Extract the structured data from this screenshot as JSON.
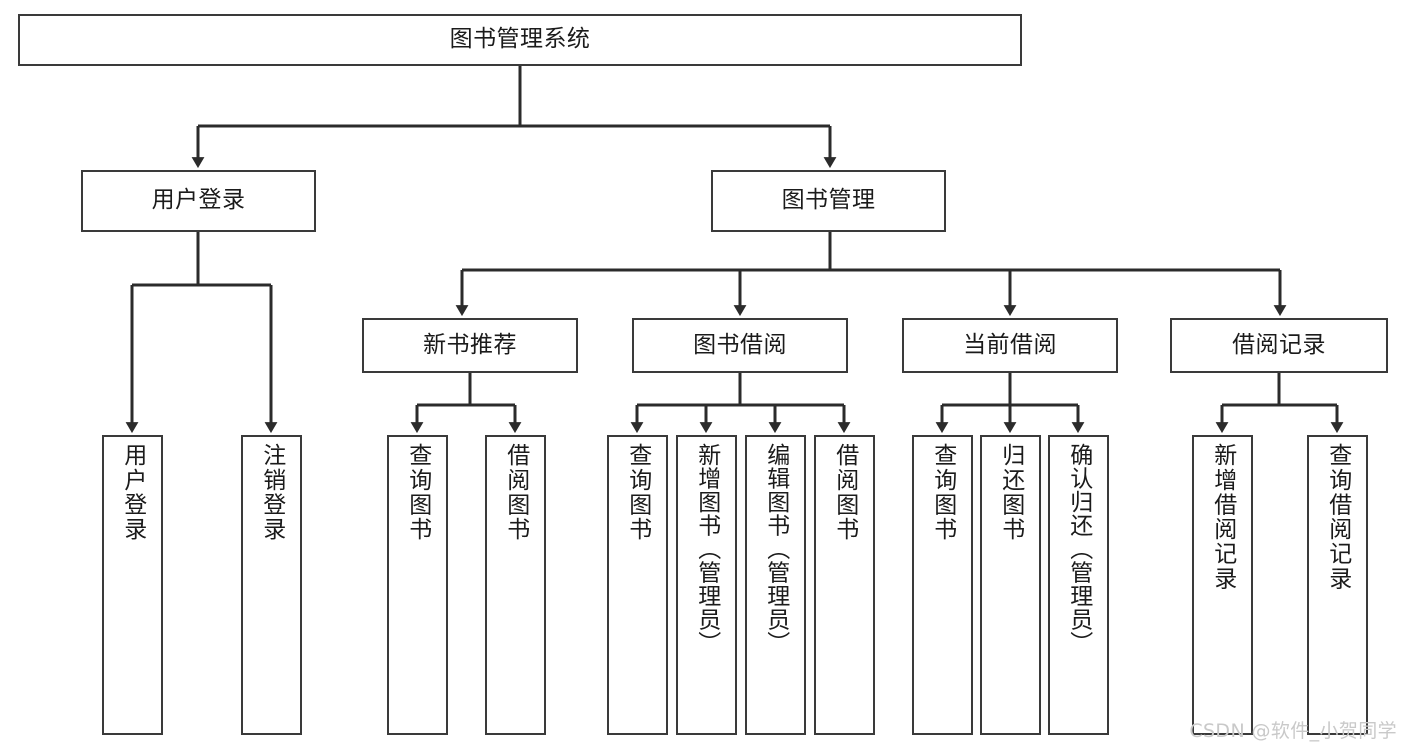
{
  "diagram": {
    "title": "图书管理系统",
    "type": "hierarchy-tree",
    "root": {
      "label": "图书管理系统"
    },
    "level2": [
      {
        "label": "用户登录"
      },
      {
        "label": "图书管理"
      }
    ],
    "level3": [
      {
        "label": "新书推荐"
      },
      {
        "label": "图书借阅"
      },
      {
        "label": "当前借阅"
      },
      {
        "label": "借阅记录"
      }
    ],
    "leaves": {
      "user_login": [
        {
          "label": "用户登录"
        },
        {
          "label": "注销登录"
        }
      ],
      "new_book_recommend": [
        {
          "label": "查询图书"
        },
        {
          "label": "借阅图书"
        }
      ],
      "book_borrow": [
        {
          "label": "查询图书"
        },
        {
          "label": "新增图书（管理员）"
        },
        {
          "label": "编辑图书（管理员）"
        },
        {
          "label": "借阅图书"
        }
      ],
      "current_borrow": [
        {
          "label": "查询图书"
        },
        {
          "label": "归还图书"
        },
        {
          "label": "确认归还（管理员）"
        }
      ],
      "borrow_record": [
        {
          "label": "新增借阅记录"
        },
        {
          "label": "查询借阅记录"
        }
      ]
    }
  },
  "watermark": {
    "text": "CSDN @软件_小贺同学"
  },
  "colors": {
    "box_border": "#3a3a3a",
    "box_fill": "#ffffff",
    "connector": "#2b2b2b",
    "text": "#1b1b1b",
    "watermark": "#c9c9c9",
    "background": "#ffffff"
  }
}
